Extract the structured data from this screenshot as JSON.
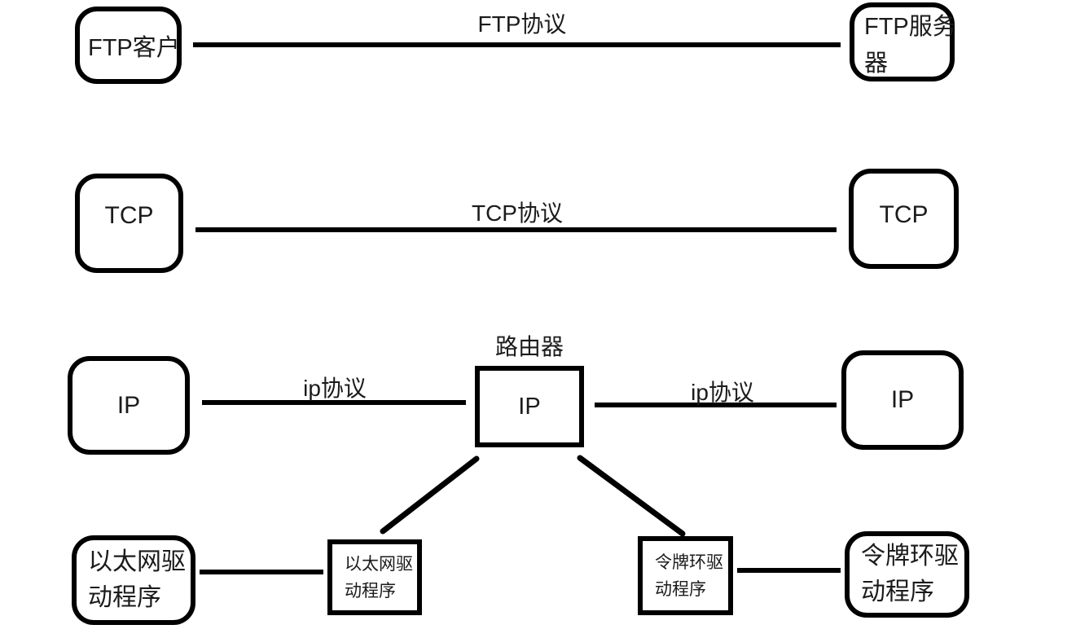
{
  "diagram": {
    "background_color": "#ffffff",
    "stroke_color": "#000000",
    "text_color": "#1b1b1b",
    "nodes": {
      "ftp_client": {
        "label": "FTP客户"
      },
      "ftp_server": {
        "label": "FTP服务器",
        "line1": "FTP服务",
        "line2": "器"
      },
      "tcp_left": {
        "label": "TCP"
      },
      "tcp_right": {
        "label": "TCP"
      },
      "ip_left": {
        "label": "IP"
      },
      "router": {
        "caption": "路由器",
        "label": "IP"
      },
      "ip_right": {
        "label": "IP"
      },
      "eth_driver_left": {
        "label": "以太网驱动程序",
        "line1": "以太网驱",
        "line2": "动程序"
      },
      "eth_driver_mid": {
        "label": "以太网驱动程序",
        "line1": "以太网驱",
        "line2": "动程序"
      },
      "token_ring_mid": {
        "label": "令牌环驱动程序",
        "line1": "令牌环驱",
        "line2": "动程序"
      },
      "token_ring_right": {
        "label": "令牌环驱动程序",
        "line1": "令牌环驱",
        "line2": "动程序"
      }
    },
    "edge_labels": {
      "ftp": "FTP协议",
      "tcp": "TCP协议",
      "ip_left": "ip协议",
      "ip_right": "ip协议"
    }
  }
}
